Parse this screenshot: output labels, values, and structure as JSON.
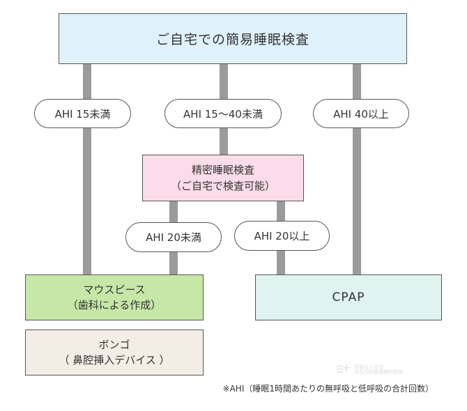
{
  "top_box": {
    "label": "ご自宅での簡易睡眠検査"
  },
  "branches": {
    "low": "AHI 15未満",
    "mid": "AHI 15～40未満",
    "high": "AHI 40以上"
  },
  "detailed_test": {
    "line1": "精密睡眠検査",
    "line2": "（ご自宅で検査可能）"
  },
  "sub_branches": {
    "low": "AHI 20未満",
    "high": "AHI 20以上"
  },
  "outcomes": {
    "mouthpiece": {
      "line1": "マウスピース",
      "line2": "（歯科による作成）"
    },
    "cpap": {
      "label": "CPAP"
    },
    "bongo": {
      "line1": "ボンゴ",
      "line2": "（ 鼻腔挿入デバイス ）"
    }
  },
  "footnote": "※AHI（睡眠1時間あたりの無呼吸と低呼吸の合計回数）",
  "watermark": {
    "line1": "医療法人社団",
    "line2": "大石内科循環器科医院"
  },
  "colors": {
    "top": "#dff2fc",
    "detailed": "#fbdde9",
    "mouthpiece": "#c7e7a8",
    "cpap": "#dff3ef",
    "bongo": "#f3ede6",
    "connector": "#9b9b9b"
  }
}
